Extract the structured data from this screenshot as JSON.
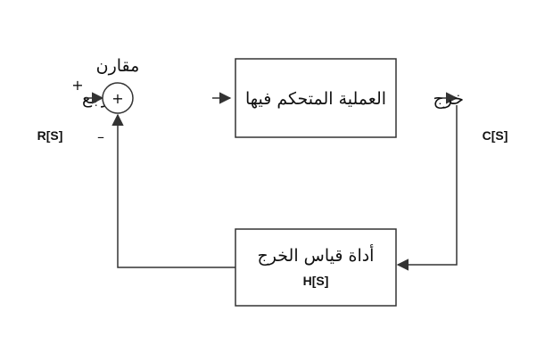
{
  "diagram": {
    "reference": {
      "label": "مرجع",
      "symbol": "R[S]"
    },
    "comparator": {
      "label": "مقارن",
      "symbol": "+",
      "plus_sign": "+",
      "minus_sign": "–"
    },
    "process": {
      "label": "العملية المتحكم فيها"
    },
    "output": {
      "label": "خرج",
      "symbol": "C[S]"
    },
    "feedback": {
      "label": "أداة قياس الخرج",
      "symbol": "H[S]"
    }
  },
  "colors": {
    "line": "#333333",
    "text": "#111111"
  }
}
